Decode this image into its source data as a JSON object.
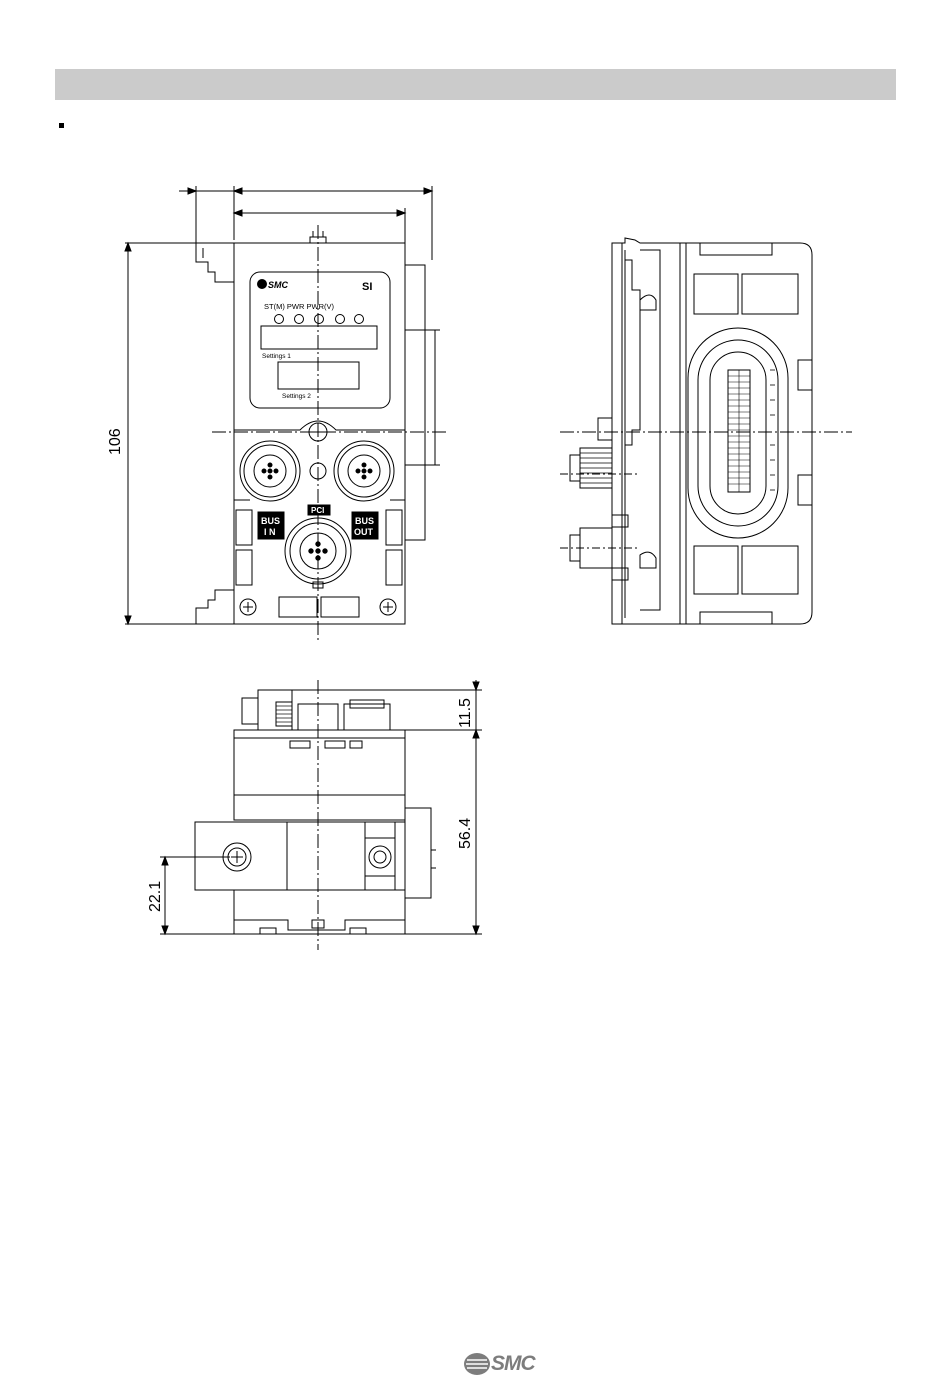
{
  "header": {
    "bar_color": "#cbcbcb"
  },
  "front_view": {
    "logo": "SMC",
    "model": "SI",
    "led_labels": "ST(M)  PWR PWR(V)",
    "settings1": "Settings 1",
    "settings2": "Settings 2",
    "bus_in_line1": "BUS",
    "bus_in_line2": "I N",
    "bus_out_line1": "BUS",
    "bus_out_line2": "OUT",
    "pci": "PCI"
  },
  "dimensions": {
    "height": "106",
    "top_protrusion": "11.5",
    "depth": "56.4",
    "mount_height": "22.1"
  },
  "footer": {
    "logo": "SMC"
  }
}
